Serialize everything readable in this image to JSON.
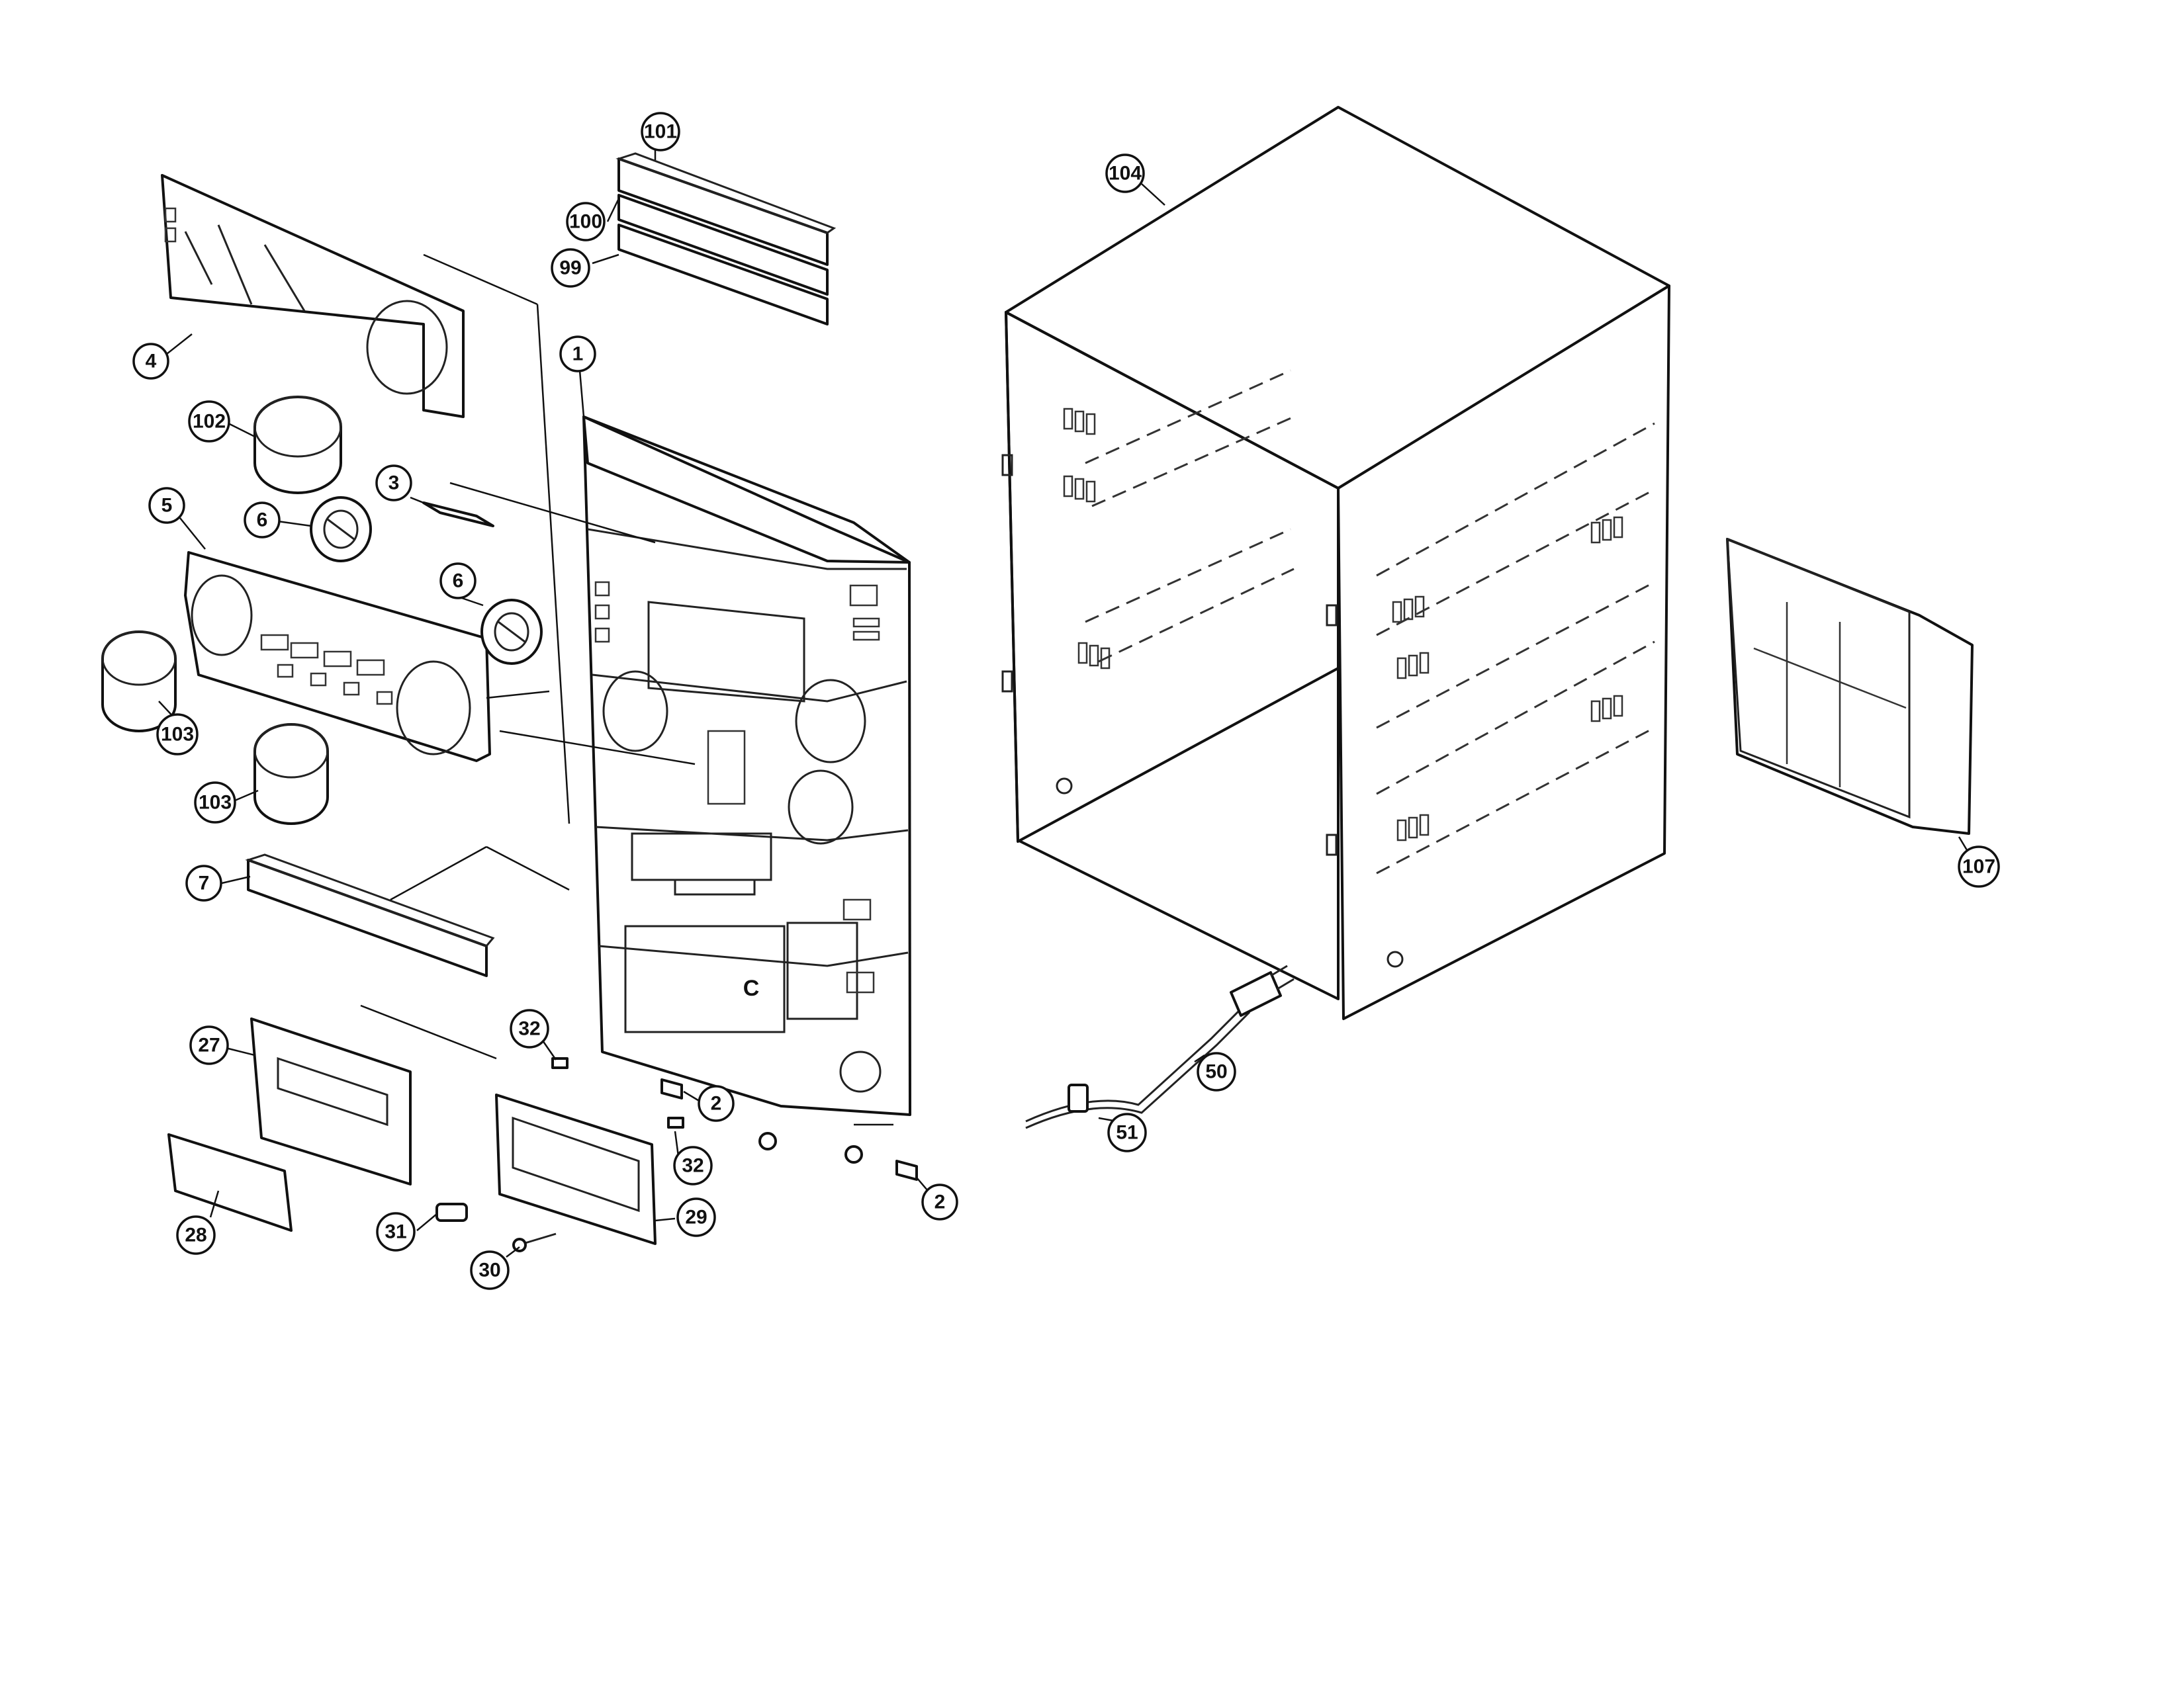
{
  "diagram": {
    "accent_color": "#111111",
    "callouts": [
      {
        "id": "c101",
        "label": "101"
      },
      {
        "id": "c100",
        "label": "100"
      },
      {
        "id": "c99",
        "label": "99"
      },
      {
        "id": "c104",
        "label": "104"
      },
      {
        "id": "c1",
        "label": "1"
      },
      {
        "id": "c4",
        "label": "4"
      },
      {
        "id": "c102",
        "label": "102"
      },
      {
        "id": "c3",
        "label": "3"
      },
      {
        "id": "c5",
        "label": "5"
      },
      {
        "id": "c6a",
        "label": "6"
      },
      {
        "id": "c6b",
        "label": "6"
      },
      {
        "id": "c103a",
        "label": "103"
      },
      {
        "id": "c103b",
        "label": "103"
      },
      {
        "id": "c7",
        "label": "7"
      },
      {
        "id": "c27",
        "label": "27"
      },
      {
        "id": "c28",
        "label": "28"
      },
      {
        "id": "c32a",
        "label": "32"
      },
      {
        "id": "c32b",
        "label": "32"
      },
      {
        "id": "c2a",
        "label": "2"
      },
      {
        "id": "c2b",
        "label": "2"
      },
      {
        "id": "c29",
        "label": "29"
      },
      {
        "id": "c30",
        "label": "30"
      },
      {
        "id": "c31",
        "label": "31"
      },
      {
        "id": "c50",
        "label": "50"
      },
      {
        "id": "c51",
        "label": "51"
      },
      {
        "id": "c107",
        "label": "107"
      }
    ],
    "front_panel_letter": "C"
  }
}
